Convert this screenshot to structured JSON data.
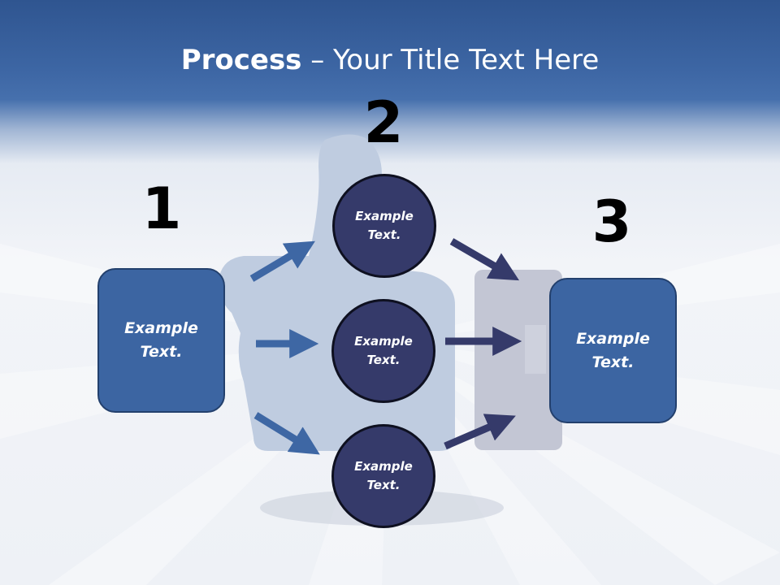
{
  "title": {
    "bold": "Process",
    "rest": " – Your Title Text Here"
  },
  "steps": [
    {
      "number": "1",
      "text": "Example Text."
    },
    {
      "number": "2",
      "items": [
        "Example Text.",
        "Example Text.",
        "Example Text."
      ]
    },
    {
      "number": "3",
      "text": "Example Text."
    }
  ],
  "colors": {
    "box": "#3c65a2",
    "circle": "#353a6a",
    "arrow_in": "#3e67a4",
    "arrow_out": "#353a6a",
    "header": "#3d66a4"
  },
  "icons": [
    "thumbs-up-icon",
    "arrow-icon"
  ]
}
